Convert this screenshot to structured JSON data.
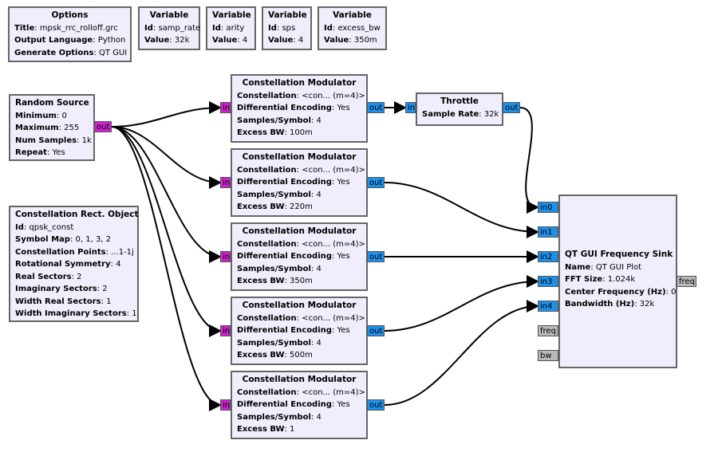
{
  "blocks": [
    {
      "id": "options",
      "title": "Options",
      "params": [
        [
          "Title",
          "mpsk_rrc_rolloff.grc"
        ],
        [
          "Output Language",
          "Python"
        ],
        [
          "Generate Options",
          "QT GUI"
        ]
      ]
    },
    {
      "id": "var_samp_rate",
      "title": "Variable",
      "params": [
        [
          "Id",
          "samp_rate"
        ],
        [
          "Value",
          "32k"
        ]
      ]
    },
    {
      "id": "var_arity",
      "title": "Variable",
      "params": [
        [
          "Id",
          "arity"
        ],
        [
          "Value",
          "4"
        ]
      ]
    },
    {
      "id": "var_sps",
      "title": "Variable",
      "params": [
        [
          "Id",
          "sps"
        ],
        [
          "Value",
          "4"
        ]
      ]
    },
    {
      "id": "var_excess_bw",
      "title": "Variable",
      "params": [
        [
          "Id",
          "excess_bw"
        ],
        [
          "Value",
          "350m"
        ]
      ]
    },
    {
      "id": "random_source",
      "title": "Random Source",
      "params": [
        [
          "Minimum",
          "0"
        ],
        [
          "Maximum",
          "255"
        ],
        [
          "Num Samples",
          "1k"
        ],
        [
          "Repeat",
          "Yes"
        ]
      ]
    },
    {
      "id": "const_rect",
      "title": "Constellation Rect. Object",
      "params": [
        [
          "Id",
          "qpsk_const"
        ],
        [
          "Symbol Map",
          "0, 1, 3, 2"
        ],
        [
          "Constellation Points",
          "...1-1j"
        ],
        [
          "Rotational Symmetry",
          "4"
        ],
        [
          "Real Sectors",
          "2"
        ],
        [
          "Imaginary Sectors",
          "2"
        ],
        [
          "Width Real Sectors",
          "1"
        ],
        [
          "Width Imaginary Sectors",
          "1"
        ]
      ]
    },
    {
      "id": "mod1",
      "title": "Constellation Modulator",
      "params": [
        [
          "Constellation",
          "<con... (m=4)>"
        ],
        [
          "Differential Encoding",
          "Yes"
        ],
        [
          "Samples/Symbol",
          "4"
        ],
        [
          "Excess BW",
          "100m"
        ]
      ]
    },
    {
      "id": "mod2",
      "title": "Constellation Modulator",
      "params": [
        [
          "Constellation",
          "<con... (m=4)>"
        ],
        [
          "Differential Encoding",
          "Yes"
        ],
        [
          "Samples/Symbol",
          "4"
        ],
        [
          "Excess BW",
          "220m"
        ]
      ]
    },
    {
      "id": "mod3",
      "title": "Constellation Modulator",
      "params": [
        [
          "Constellation",
          "<con... (m=4)>"
        ],
        [
          "Differential Encoding",
          "Yes"
        ],
        [
          "Samples/Symbol",
          "4"
        ],
        [
          "Excess BW",
          "350m"
        ]
      ]
    },
    {
      "id": "mod4",
      "title": "Constellation Modulator",
      "params": [
        [
          "Constellation",
          "<con... (m=4)>"
        ],
        [
          "Differential Encoding",
          "Yes"
        ],
        [
          "Samples/Symbol",
          "4"
        ],
        [
          "Excess BW",
          "500m"
        ]
      ]
    },
    {
      "id": "mod5",
      "title": "Constellation Modulator",
      "params": [
        [
          "Constellation",
          "<con... (m=4)>"
        ],
        [
          "Differential Encoding",
          "Yes"
        ],
        [
          "Samples/Symbol",
          "4"
        ],
        [
          "Excess BW",
          "1"
        ]
      ]
    },
    {
      "id": "throttle",
      "title": "Throttle",
      "params": [
        [
          "Sample Rate",
          "32k"
        ]
      ]
    },
    {
      "id": "freq_sink",
      "title": "QT GUI Frequency Sink",
      "params": [
        [
          "Name",
          "QT GUI Plot"
        ],
        [
          "FFT Size",
          "1.024k"
        ],
        [
          "Center Frequency (Hz)",
          "0"
        ],
        [
          "Bandwidth (Hz)",
          "32k"
        ]
      ]
    }
  ],
  "ports": [
    {
      "block": "random_source",
      "label": "out",
      "type": "byte"
    },
    {
      "block": "mod1",
      "label": "in",
      "type": "byte"
    },
    {
      "block": "mod1",
      "label": "out",
      "type": "complex"
    },
    {
      "block": "mod2",
      "label": "in",
      "type": "byte"
    },
    {
      "block": "mod2",
      "label": "out",
      "type": "complex"
    },
    {
      "block": "mod3",
      "label": "in",
      "type": "byte"
    },
    {
      "block": "mod3",
      "label": "out",
      "type": "complex"
    },
    {
      "block": "mod4",
      "label": "in",
      "type": "byte"
    },
    {
      "block": "mod4",
      "label": "out",
      "type": "complex"
    },
    {
      "block": "mod5",
      "label": "in",
      "type": "byte"
    },
    {
      "block": "mod5",
      "label": "out",
      "type": "complex"
    },
    {
      "block": "throttle",
      "label": "in",
      "type": "complex"
    },
    {
      "block": "throttle",
      "label": "out",
      "type": "complex"
    },
    {
      "block": "freq_sink",
      "label": "in0",
      "type": "complex"
    },
    {
      "block": "freq_sink",
      "label": "in1",
      "type": "complex"
    },
    {
      "block": "freq_sink",
      "label": "in2",
      "type": "complex"
    },
    {
      "block": "freq_sink",
      "label": "in3",
      "type": "complex"
    },
    {
      "block": "freq_sink",
      "label": "in4",
      "type": "complex"
    },
    {
      "block": "freq_sink",
      "label": "freq",
      "type": "message"
    },
    {
      "block": "freq_sink",
      "label": "bw",
      "type": "message"
    },
    {
      "block": "freq_sink",
      "label": "freq",
      "type": "message"
    }
  ],
  "colors": {
    "block_bg": "#f0eefc",
    "byte_port": "#cc22cc",
    "complex_port": "#1e90e8",
    "message_port": "#b8b8b8"
  }
}
